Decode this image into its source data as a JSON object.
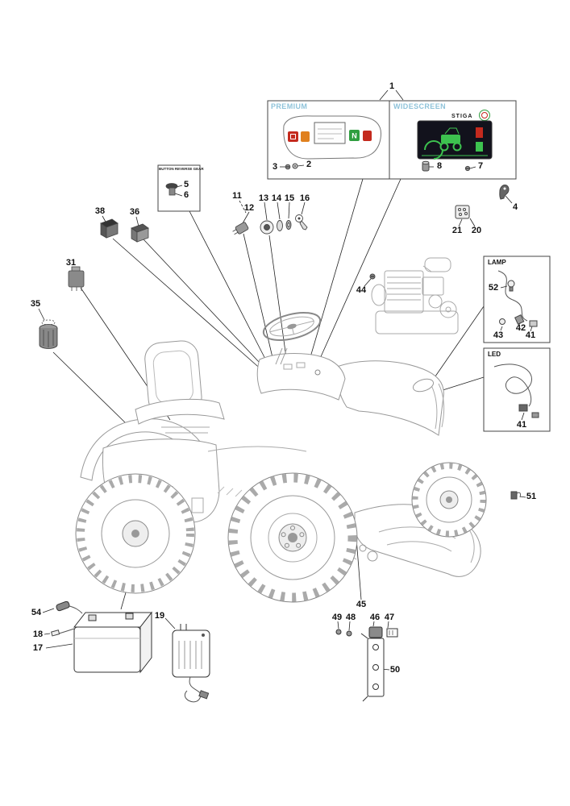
{
  "labels": {
    "premium": "PREMIUM",
    "widescreen": "WIDESCREEN",
    "button_reverse_gear": "BUTTON REVERSE GEAR",
    "lamp": "LAMP",
    "led": "LED",
    "stiga": "STIGA",
    "cluster_neutral": "N"
  },
  "parts": {
    "n1": "1",
    "n2": "2",
    "n3": "3",
    "n4": "4",
    "n5": "5",
    "n6": "6",
    "n7": "7",
    "n8": "8",
    "n11": "11",
    "n12": "12",
    "n13": "13",
    "n14": "14",
    "n15": "15",
    "n16": "16",
    "n17": "17",
    "n18": "18",
    "n19": "19",
    "n20": "20",
    "n21": "21",
    "n31": "31",
    "n35": "35",
    "n36": "36",
    "n38": "38",
    "n41_lamp": "41",
    "n42": "42",
    "n43": "43",
    "n41_led": "41",
    "n44": "44",
    "n45": "45",
    "n46": "46",
    "n47": "47",
    "n48": "48",
    "n49": "49",
    "n50": "50",
    "n51": "51",
    "n52": "52",
    "n54": "54"
  }
}
